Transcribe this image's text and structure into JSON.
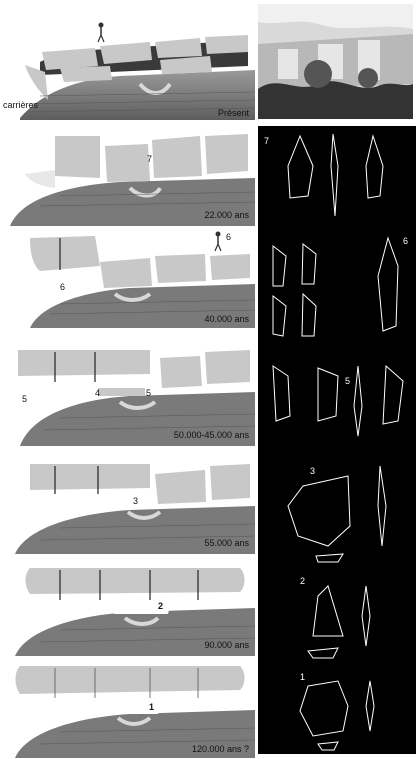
{
  "labels": {
    "carrieres": "carrières",
    "present": "Présent"
  },
  "panels": [
    {
      "date": "Présent"
    },
    {
      "date": "22.000 ans",
      "nums": [
        "7"
      ]
    },
    {
      "date": "40.000 ans",
      "nums": [
        "6",
        "6"
      ]
    },
    {
      "date": "50.000-45.000 ans",
      "nums": [
        "5",
        "4",
        "5"
      ]
    },
    {
      "date": "55.000 ans",
      "nums": [
        "3"
      ]
    },
    {
      "date": "90.000 ans",
      "nums": [
        "2"
      ]
    },
    {
      "date": "120.000 ans ?",
      "nums": [
        "1"
      ]
    }
  ],
  "artifacts": [
    {
      "num": "7"
    },
    {
      "num": "6"
    },
    {
      "num": "5"
    },
    {
      "num": "3"
    },
    {
      "num": "2"
    },
    {
      "num": "1"
    }
  ],
  "colors": {
    "block": "#c8c8c8",
    "ground": "#7a7a7a",
    "background_right": "#000000",
    "pale": "#e8e8e8"
  }
}
